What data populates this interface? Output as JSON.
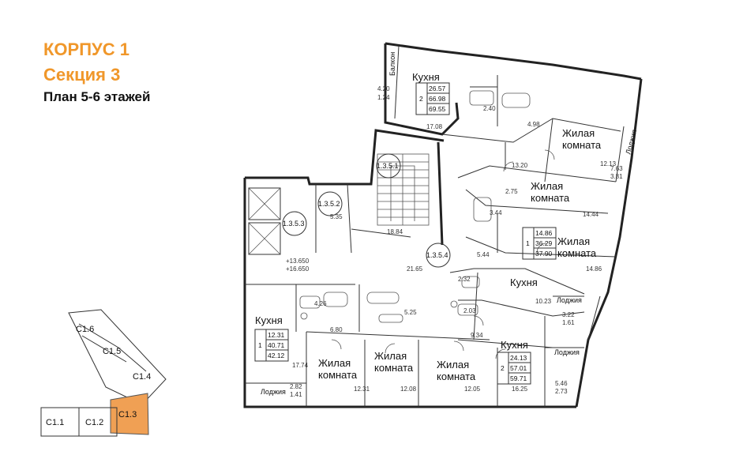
{
  "header": {
    "building": "КОРПУС 1",
    "section": "Секция 3",
    "plan": "План 5-6 этажей"
  },
  "colors": {
    "accent": "#f0972a",
    "highlight": "#f0a054"
  },
  "rooms": {
    "kitchen_top": "Кухня",
    "kitchen_left": "Кухня",
    "kitchen_mid": "Кухня",
    "kitchen_bottom": "Кухня",
    "living": "Жилая комната",
    "balcony": "Балкон",
    "loggia": "Лоджия"
  },
  "stairs": {
    "s1": "1.3.5.1",
    "s2": "1.3.5.2",
    "s3": "1.3.5.3",
    "s4": "1.3.5.4"
  },
  "elevations": {
    "e1": "+13.650",
    "e2": "+16.650"
  },
  "areas": {
    "a17_08": "17.08",
    "a4_20": "4.20",
    "a1_24": "1.24",
    "a2_40": "2.40",
    "a4_98": "4.98",
    "a12_13": "12.13",
    "a7_63": "7.63",
    "a3_81": "3.81",
    "a13_20": "13.20",
    "a2_75": "2.75",
    "a14_44": "14.44",
    "a3_44": "3.44",
    "a5_44": "5.44",
    "a14_86": "14.86",
    "a2_32": "2.32",
    "a10_23": "10.23",
    "a3_22": "3.22",
    "a1_61": "1.61",
    "a2_03": "2.03",
    "a9_34": "9.34",
    "a5_35": "5.35",
    "a18_84": "18.84",
    "a21_65": "21.65",
    "a4_26": "4.26",
    "a6_80": "6.80",
    "a5_25": "5.25",
    "a17_74": "17.74",
    "a12_31": "12.31",
    "a12_08": "12.08",
    "a12_05": "12.05",
    "a16_25": "16.25",
    "a5_46": "5.46",
    "a2_73": "2.73",
    "a2_82": "2.82",
    "a1_41": "1.41"
  },
  "apt_tables": {
    "top": {
      "rooms": "2",
      "v1": "26.57",
      "v2": "66.98",
      "v3": "69.55"
    },
    "mid": {
      "rooms": "1",
      "v1": "14.86",
      "v2": "36.29",
      "v3": "37.90"
    },
    "left": {
      "rooms": "1",
      "v1": "12.31",
      "v2": "40.71",
      "v3": "42.12"
    },
    "bottom": {
      "rooms": "2",
      "v1": "24.13",
      "v2": "57.01",
      "v3": "59.71"
    }
  },
  "keyplan": {
    "sections": [
      "C1.1",
      "C1.2",
      "C1.3",
      "C1.4",
      "C1.5",
      "C1.6"
    ],
    "active": "C1.3"
  }
}
